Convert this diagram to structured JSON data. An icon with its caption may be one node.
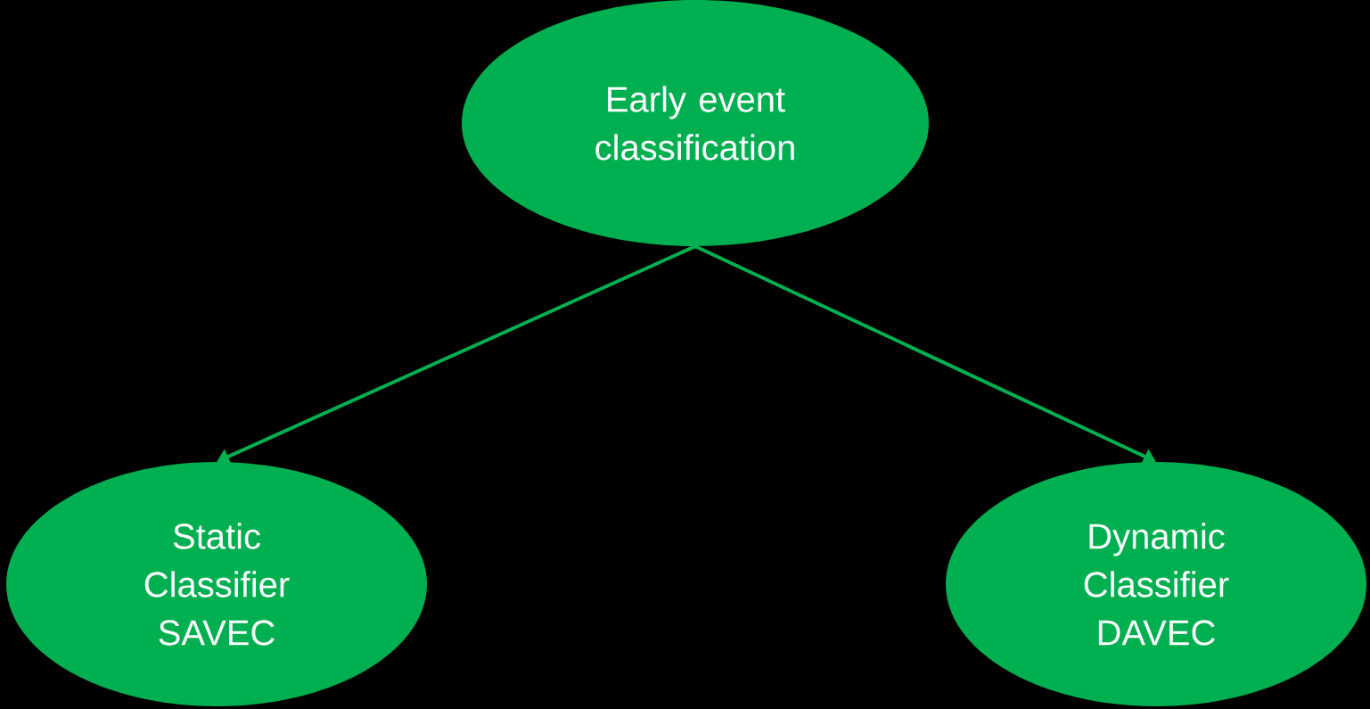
{
  "diagram": {
    "nodes": [
      {
        "text": [
          "Early event classification"
        ]
      },
      {
        "text": [
          "Static Classifier SAVEC"
        ]
      },
      {
        "text": [
          "Dynamic Classifier DAVEC"
        ]
      }
    ],
    "edges": [
      {
        "from": 0,
        "to": 1,
        "arrow": "to"
      },
      {
        "from": 0,
        "to": 2,
        "arrow": "to"
      }
    ]
  }
}
